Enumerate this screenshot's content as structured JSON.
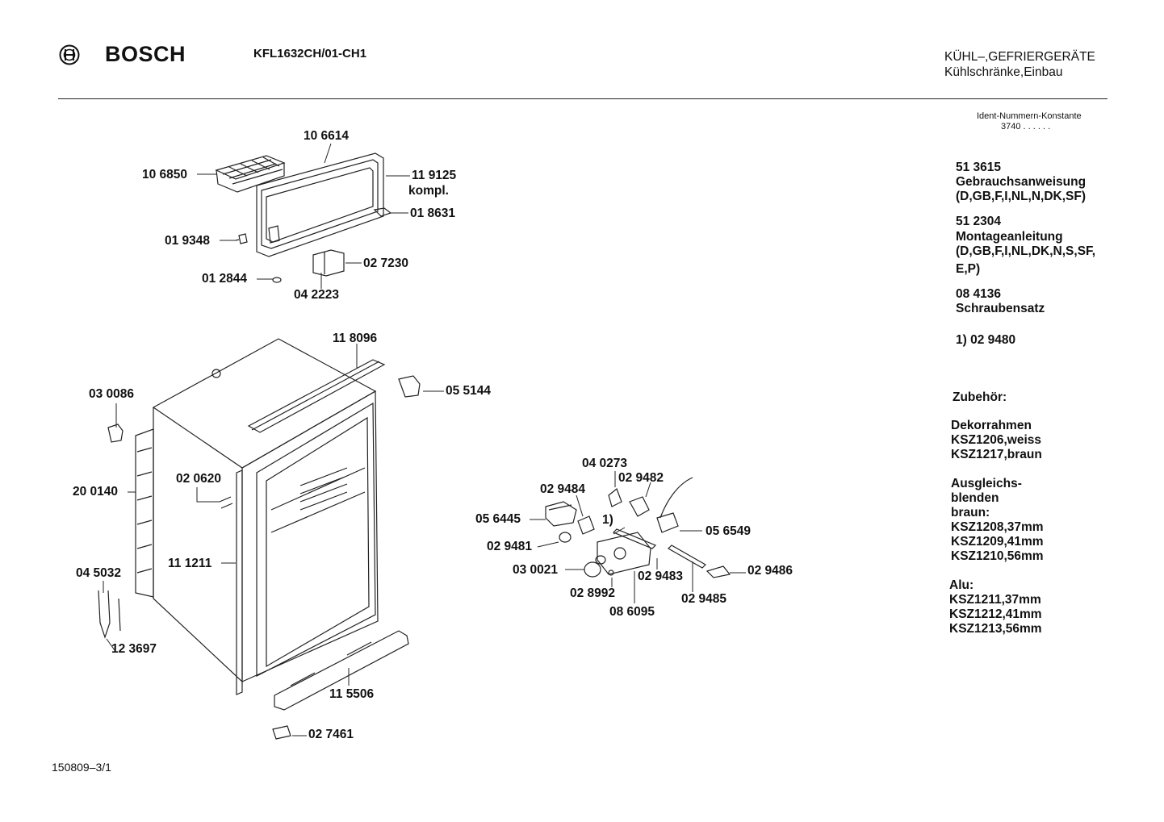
{
  "header": {
    "brand": "BOSCH",
    "model": "KFL1632CH/01-CH1",
    "category_line1": "KÜHL–,GEFRIERGERÄTE",
    "category_line2": "Kühlschränke,Einbau",
    "ident_label": "Ident-Nummern-Konstante",
    "ident_value": "3740  . .  . . . ."
  },
  "side_notes": [
    {
      "lines": [
        "51 3615",
        "Gebrauchsanweisung",
        "(D,GB,F,I,NL,N,DK,SF)"
      ]
    },
    {
      "lines": [
        "51 2304",
        "Montageanleitung",
        "(D,GB,F,I,NL,DK,N,S,SF,",
        "E,P)"
      ]
    },
    {
      "lines": [
        "08 4136",
        "Schraubensatz"
      ]
    },
    {
      "lines": [
        "1)  02 9480"
      ]
    },
    {
      "lines": [
        "Zubehör:"
      ]
    },
    {
      "lines": [
        "Dekorrahmen",
        "KSZ1206,weiss",
        "KSZ1217,braun"
      ]
    },
    {
      "lines": [
        "Ausgleichs-",
        "blenden",
        "braun:",
        "KSZ1208,37mm",
        "KSZ1209,41mm",
        "KSZ1210,56mm"
      ]
    },
    {
      "lines": [
        "Alu:",
        "KSZ1211,37mm",
        "KSZ1212,41mm",
        "KSZ1213,56mm"
      ]
    }
  ],
  "parts": {
    "p106614": "10 6614",
    "p106850": "10 6850",
    "p119125": "11 9125",
    "kompl": "kompl.",
    "p018631": "01 8631",
    "p019348": "01 9348",
    "p027230": "02 7230",
    "p012844": "01 2844",
    "p042223": "04 2223",
    "p118096": "11 8096",
    "p055144": "05 5144",
    "p030086": "03 0086",
    "p020620": "02 0620",
    "p200140": "20 0140",
    "p111211": "11 1211",
    "p045032": "04 5032",
    "p123697": "12 3697",
    "p115506": "11 5506",
    "p027461": "02 7461",
    "p040273": "04 0273",
    "p029482": "02 9482",
    "p029484": "02 9484",
    "p056445": "05 6445",
    "note1": "1)",
    "p056549": "05 6549",
    "p029481": "02 9481",
    "p030021": "03 0021",
    "p029483": "02 9483",
    "p029486": "02 9486",
    "p028992": "02 8992",
    "p029485": "02 9485",
    "p086095": "08 6095"
  },
  "footer": {
    "doc_number": "150809–3/1"
  }
}
